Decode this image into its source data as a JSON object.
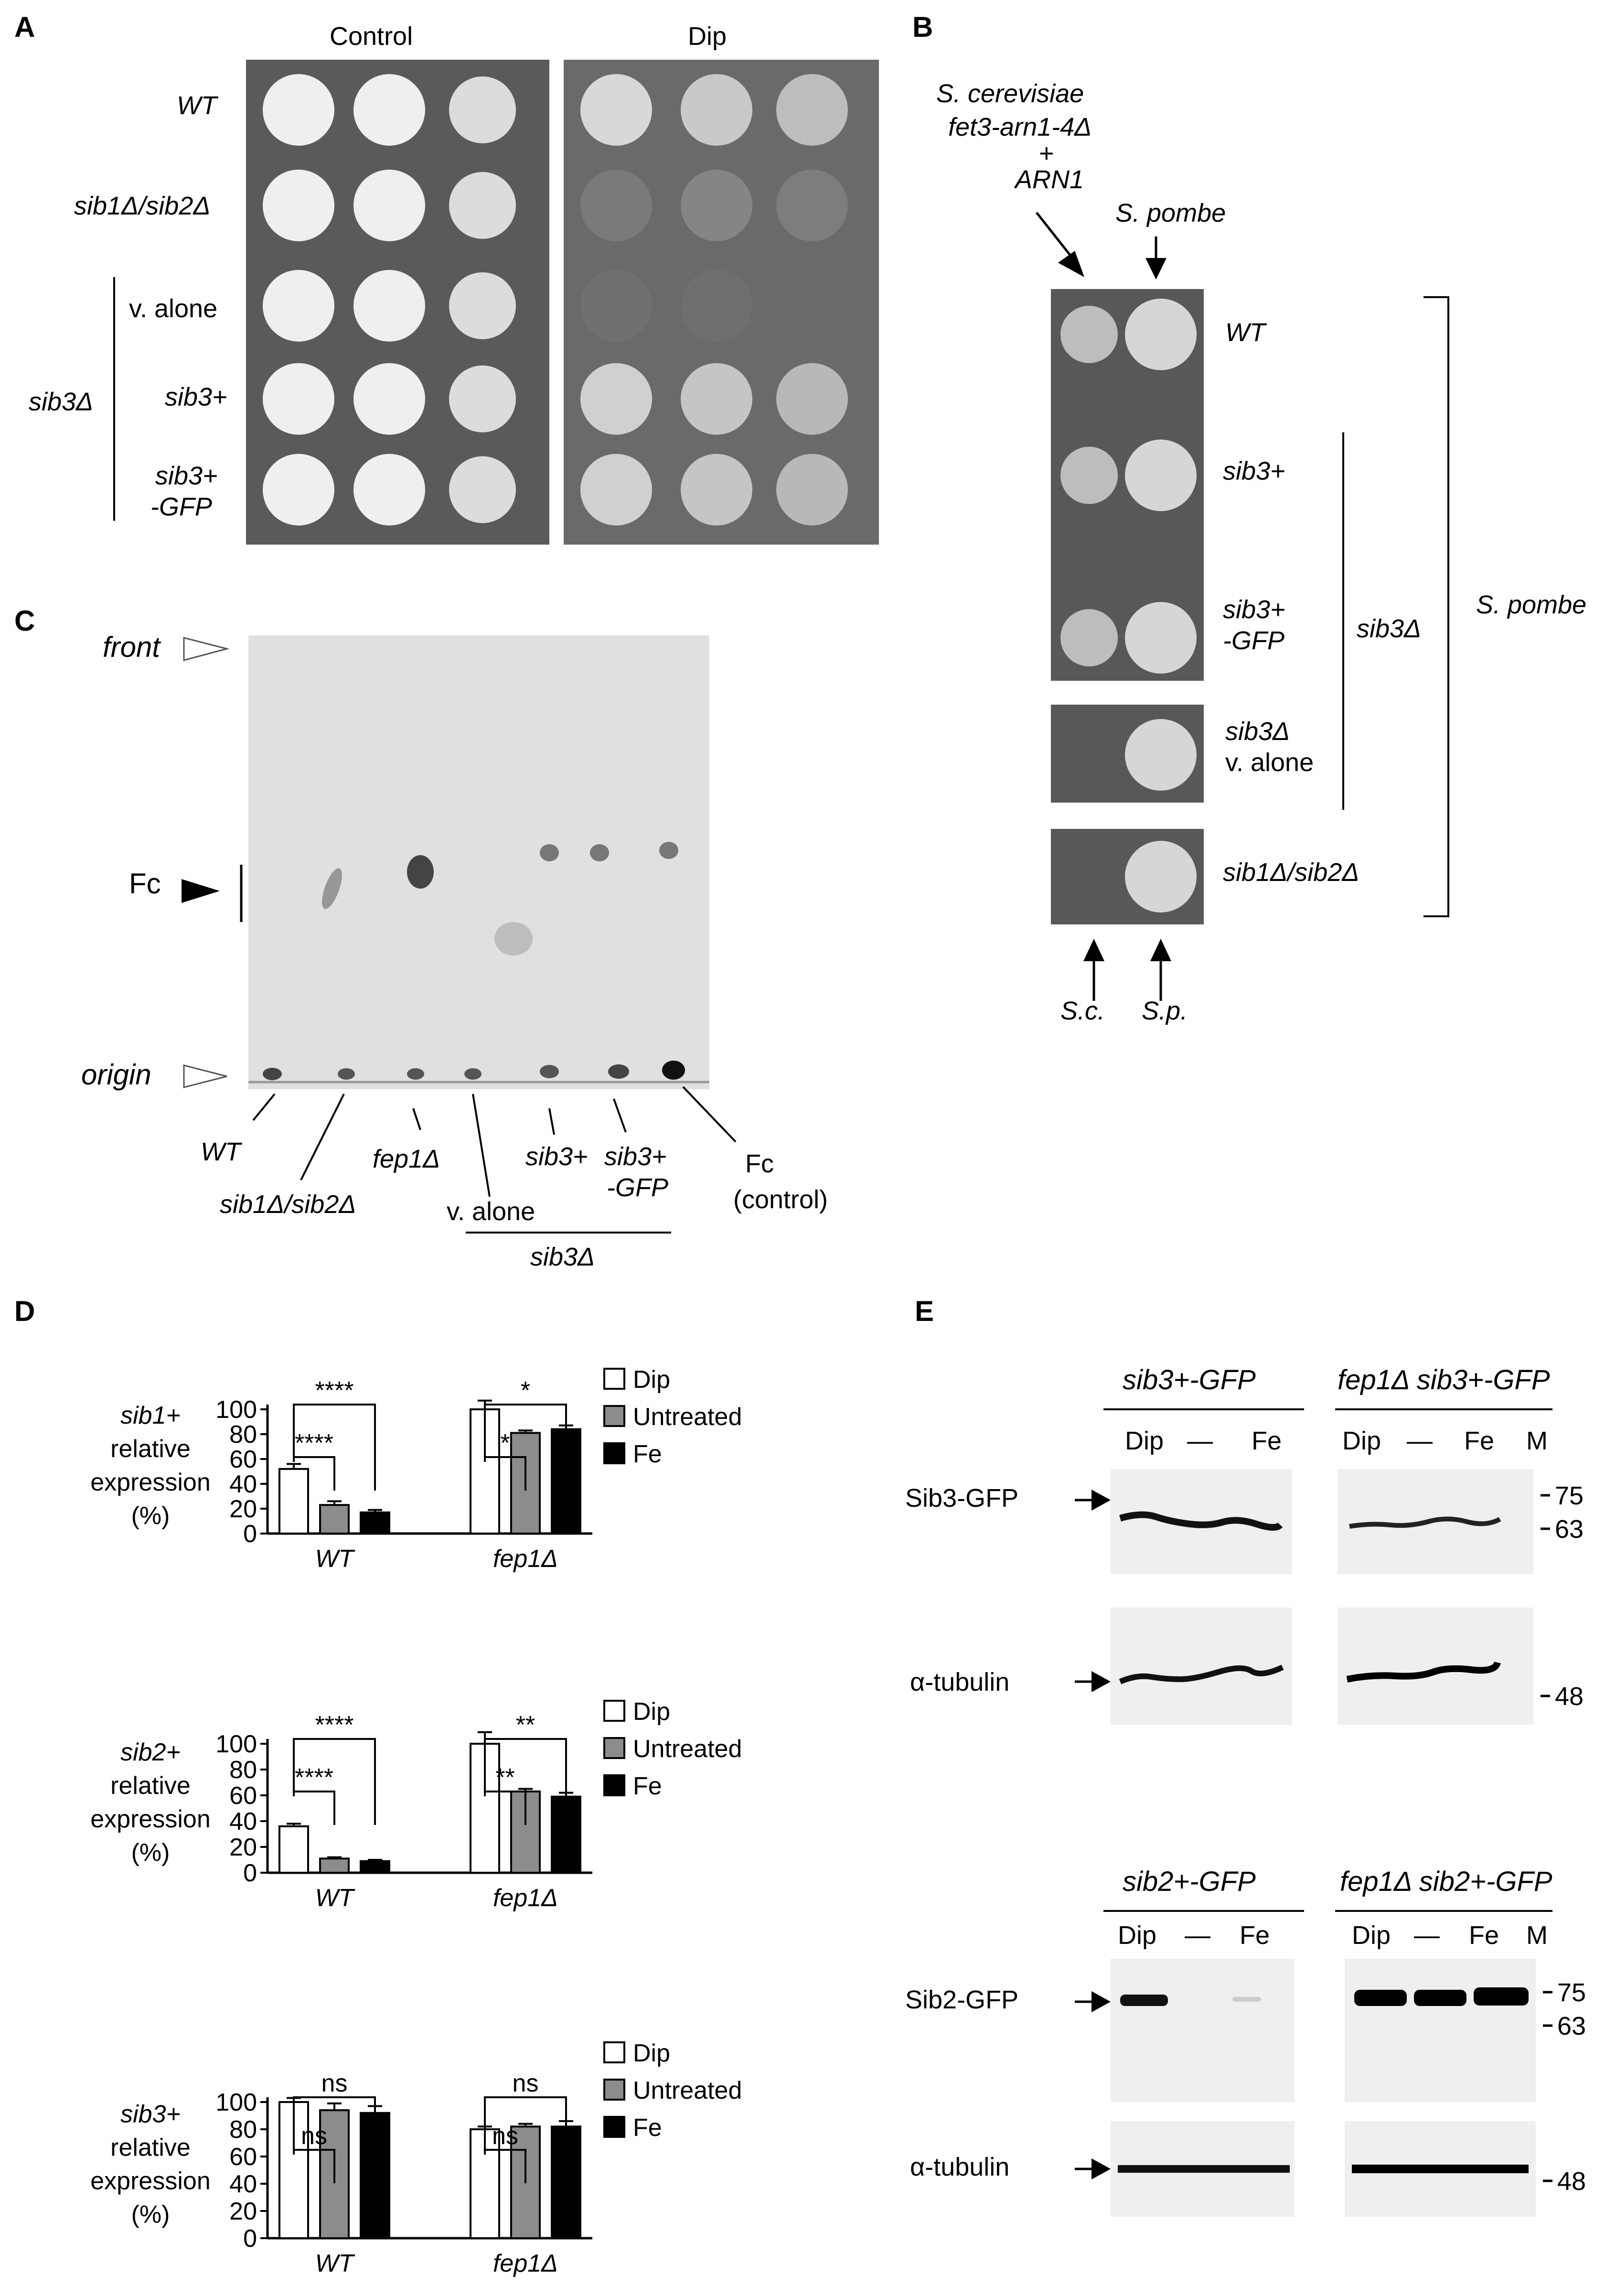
{
  "panels": {
    "a": "A",
    "b": "B",
    "c": "C",
    "d": "D",
    "e": "E"
  },
  "panelA": {
    "control": "Control",
    "dip": "Dip",
    "rows": [
      "WT",
      "sib1Δ/sib2Δ",
      "v. alone",
      "sib3+",
      "sib3+",
      "-GFP"
    ],
    "group": "sib3Δ"
  },
  "panelB": {
    "sc_label_1": "S. cerevisiae",
    "sc_label_2": "fet3-arn1-4Δ",
    "sc_label_3": "+",
    "sc_label_4": "ARN1",
    "sp_label": "S. pombe",
    "rows": [
      "WT",
      "sib3+",
      "sib3+",
      "-GFP",
      "sib3Δ",
      "v. alone",
      "sib1Δ/sib2Δ"
    ],
    "group_sib3": "sib3Δ",
    "group_spombe": "S. pombe",
    "bottom_sc": "S.c.",
    "bottom_sp": "S.p."
  },
  "panelC": {
    "front": "front",
    "fc": "Fc",
    "origin": "origin",
    "lanes": [
      "WT",
      "sib1Δ/sib2Δ",
      "fep1Δ",
      "v. alone",
      "sib3+",
      "sib3+",
      "-GFP",
      "Fc",
      "(control)"
    ],
    "group": "sib3Δ"
  },
  "panelD": {
    "legend": [
      "Dip",
      "Untreated",
      "Fe"
    ],
    "groups": [
      "WT",
      "fep1Δ"
    ],
    "ylabel_suffix": [
      "relative",
      "expression",
      "(%)"
    ]
  },
  "panelE": {
    "top_left_title": "sib3+-GFP",
    "top_right_title": "fep1Δ  sib3+-GFP",
    "bottom_left_title": "sib2+-GFP",
    "bottom_right_title": "fep1Δ  sib2+-GFP",
    "lane_dip": "Dip",
    "lane_dash": "—",
    "lane_fe": "Fe",
    "marker": "M",
    "sib3gfp": "Sib3-GFP",
    "sib2gfp": "Sib2-GFP",
    "tubulin": "α-tubulin",
    "m75": "75",
    "m63": "63",
    "m48": "48"
  },
  "chart_data": [
    {
      "type": "bar",
      "title": "",
      "ylabel": "sib1+ relative expression (%)",
      "categories": [
        "WT",
        "fep1Δ"
      ],
      "series": [
        {
          "name": "Dip",
          "values": [
            52,
            100
          ]
        },
        {
          "name": "Untreated",
          "values": [
            23,
            81
          ]
        },
        {
          "name": "Fe",
          "values": [
            17,
            84
          ]
        }
      ],
      "errors": [
        [
          4,
          3,
          2
        ],
        [
          7,
          2,
          3
        ]
      ],
      "ylim": [
        0,
        100
      ],
      "yticks": [
        0,
        20,
        40,
        60,
        80,
        100
      ],
      "significance": [
        [
          "****",
          "****"
        ],
        [
          "*",
          "*"
        ]
      ],
      "colors": {
        "Dip": "#ffffff",
        "Untreated": "#8c8c8c",
        "Fe": "#000000"
      }
    },
    {
      "type": "bar",
      "title": "",
      "ylabel": "sib2+ relative expression (%)",
      "categories": [
        "WT",
        "fep1Δ"
      ],
      "series": [
        {
          "name": "Dip",
          "values": [
            36,
            100
          ]
        },
        {
          "name": "Untreated",
          "values": [
            11,
            63
          ]
        },
        {
          "name": "Fe",
          "values": [
            9,
            59
          ]
        }
      ],
      "errors": [
        [
          2,
          1,
          1
        ],
        [
          9,
          2,
          3
        ]
      ],
      "ylim": [
        0,
        100
      ],
      "yticks": [
        0,
        20,
        40,
        60,
        80,
        100
      ],
      "significance": [
        [
          "****",
          "****"
        ],
        [
          "**",
          "**"
        ]
      ],
      "colors": {
        "Dip": "#ffffff",
        "Untreated": "#8c8c8c",
        "Fe": "#000000"
      }
    },
    {
      "type": "bar",
      "title": "",
      "ylabel": "sib3+ relative expression (%)",
      "categories": [
        "WT",
        "fep1Δ"
      ],
      "series": [
        {
          "name": "Dip",
          "values": [
            100,
            80
          ]
        },
        {
          "name": "Untreated",
          "values": [
            94,
            82
          ]
        },
        {
          "name": "Fe",
          "values": [
            92,
            82
          ]
        }
      ],
      "errors": [
        [
          3,
          5,
          5
        ],
        [
          2,
          2,
          4
        ]
      ],
      "ylim": [
        0,
        100
      ],
      "yticks": [
        0,
        20,
        40,
        60,
        80,
        100
      ],
      "significance": [
        [
          "ns",
          "ns"
        ],
        [
          "ns",
          "ns"
        ]
      ],
      "colors": {
        "Dip": "#ffffff",
        "Untreated": "#8c8c8c",
        "Fe": "#000000"
      }
    }
  ]
}
